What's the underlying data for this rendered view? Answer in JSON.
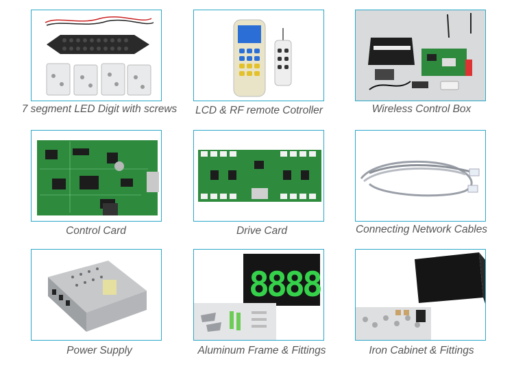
{
  "products": [
    {
      "caption": "7 segment LED Digit with screws"
    },
    {
      "caption": "LCD & RF remote Cotroller"
    },
    {
      "caption": "Wireless Control Box"
    },
    {
      "caption": "Control Card"
    },
    {
      "caption": "Drive Card"
    },
    {
      "caption": "Connecting Network Cables"
    },
    {
      "caption": "Power Supply"
    },
    {
      "caption": "Aluminum Frame & Fittings"
    },
    {
      "caption": "Iron Cabinet & Fittings"
    }
  ],
  "colors": {
    "border": "#2aa6c9",
    "caption": "#555555",
    "pcb": "#2e8b3e",
    "led_green": "#36d14b"
  }
}
